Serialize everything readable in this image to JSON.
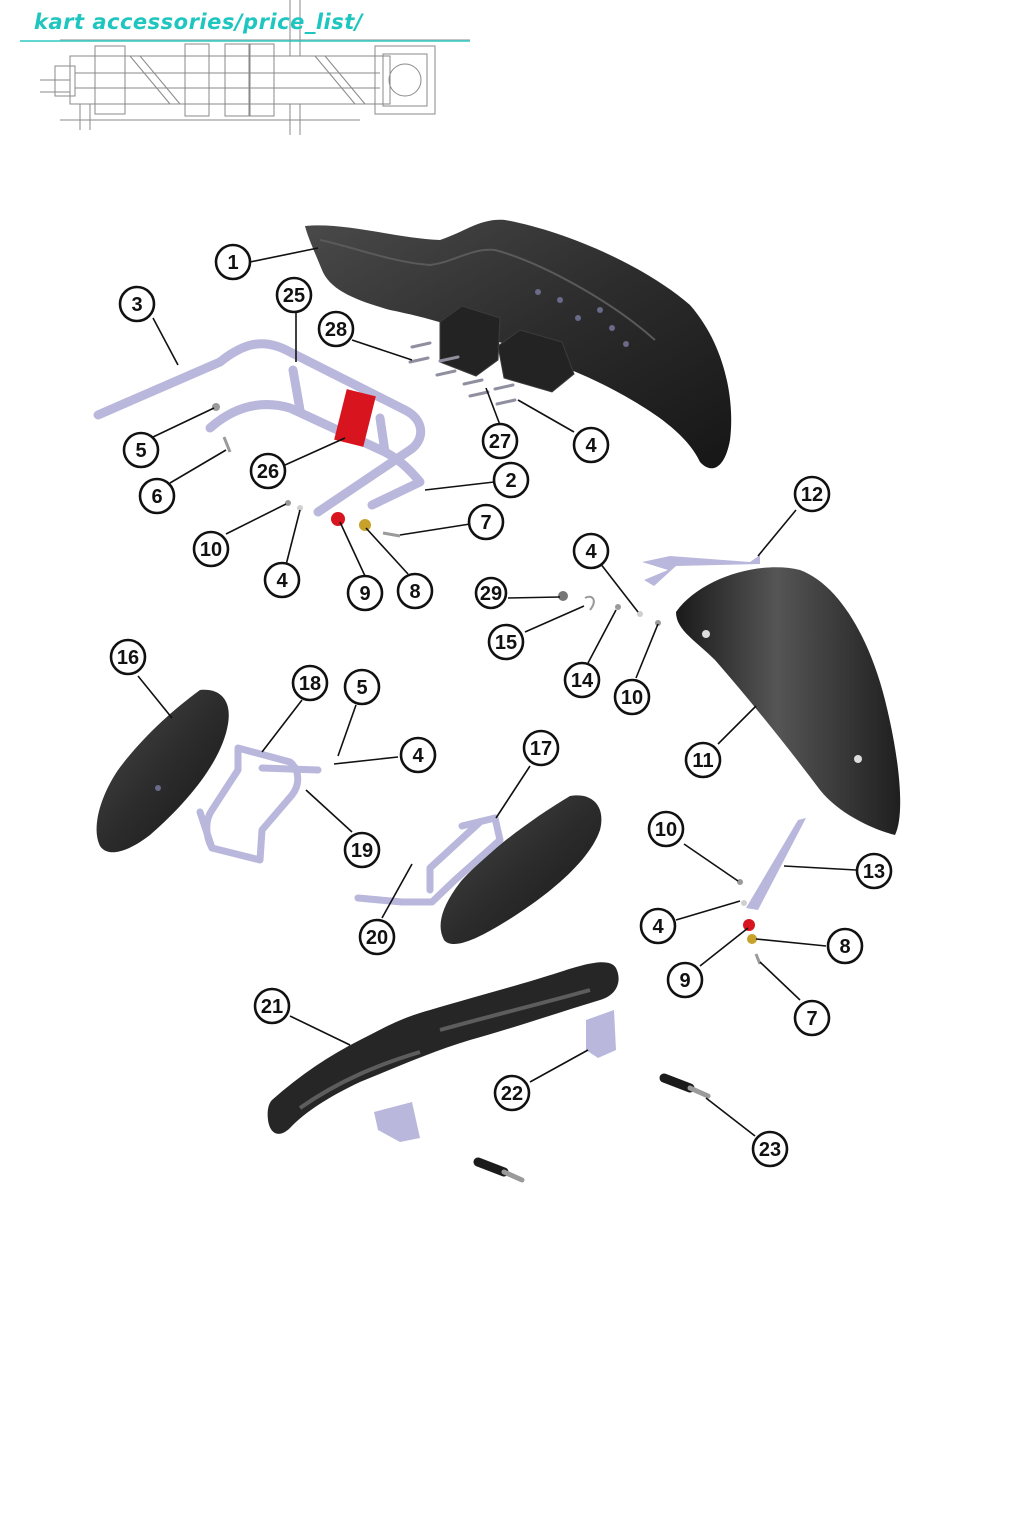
{
  "header": {
    "title": "kart accessories/price_list/"
  },
  "colors": {
    "brand": "#1fc6c0",
    "plastic": "#2a2a2a",
    "tube": "#b9b7dc",
    "red": "#d8141e",
    "brass": "#c8a12a"
  },
  "callouts": [
    {
      "id": "c1",
      "label": "1"
    },
    {
      "id": "c2",
      "label": "2"
    },
    {
      "id": "c3",
      "label": "3"
    },
    {
      "id": "c4a",
      "label": "4"
    },
    {
      "id": "c4b",
      "label": "4"
    },
    {
      "id": "c4c",
      "label": "4"
    },
    {
      "id": "c4d",
      "label": "4"
    },
    {
      "id": "c4e",
      "label": "4"
    },
    {
      "id": "c5a",
      "label": "5"
    },
    {
      "id": "c5b",
      "label": "5"
    },
    {
      "id": "c6",
      "label": "6"
    },
    {
      "id": "c7a",
      "label": "7"
    },
    {
      "id": "c7b",
      "label": "7"
    },
    {
      "id": "c8a",
      "label": "8"
    },
    {
      "id": "c8b",
      "label": "8"
    },
    {
      "id": "c9a",
      "label": "9"
    },
    {
      "id": "c9b",
      "label": "9"
    },
    {
      "id": "c10a",
      "label": "10"
    },
    {
      "id": "c10b",
      "label": "10"
    },
    {
      "id": "c10c",
      "label": "10"
    },
    {
      "id": "c11",
      "label": "11"
    },
    {
      "id": "c12",
      "label": "12"
    },
    {
      "id": "c13",
      "label": "13"
    },
    {
      "id": "c14",
      "label": "14"
    },
    {
      "id": "c15",
      "label": "15"
    },
    {
      "id": "c16",
      "label": "16"
    },
    {
      "id": "c17",
      "label": "17"
    },
    {
      "id": "c18",
      "label": "18"
    },
    {
      "id": "c19",
      "label": "19"
    },
    {
      "id": "c20",
      "label": "20"
    },
    {
      "id": "c21",
      "label": "21"
    },
    {
      "id": "c22",
      "label": "22"
    },
    {
      "id": "c23",
      "label": "23"
    },
    {
      "id": "c25",
      "label": "25"
    },
    {
      "id": "c26",
      "label": "26"
    },
    {
      "id": "c27",
      "label": "27"
    },
    {
      "id": "c28",
      "label": "28"
    },
    {
      "id": "c29",
      "label": "29"
    }
  ]
}
